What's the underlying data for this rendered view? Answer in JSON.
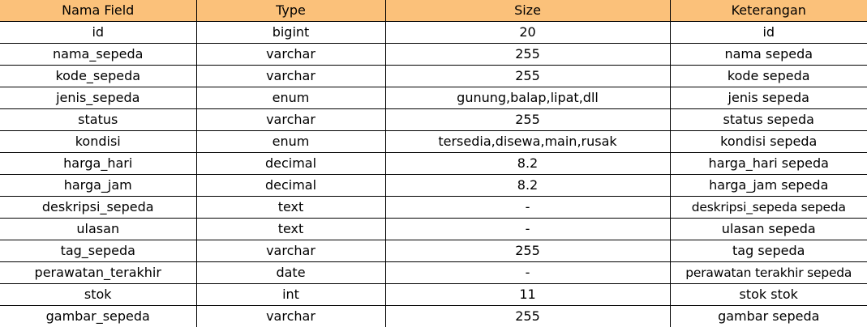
{
  "table": {
    "headers": [
      "Nama Field",
      "Type",
      "Size",
      "Keterangan"
    ],
    "rows": [
      [
        "id",
        "bigint",
        "20",
        "id"
      ],
      [
        "nama_sepeda",
        "varchar",
        "255",
        "nama sepeda"
      ],
      [
        "kode_sepeda",
        "varchar",
        "255",
        "kode sepeda"
      ],
      [
        "jenis_sepeda",
        "enum",
        "gunung,balap,lipat,dll",
        "jenis sepeda"
      ],
      [
        "status",
        "varchar",
        "255",
        "status sepeda"
      ],
      [
        "kondisi",
        "enum",
        "tersedia,disewa,main,rusak",
        "kondisi sepeda"
      ],
      [
        "harga_hari",
        "decimal",
        "8.2",
        "harga_hari sepeda"
      ],
      [
        "harga_jam",
        "decimal",
        "8.2",
        "harga_jam sepeda"
      ],
      [
        "deskripsi_sepeda",
        "text",
        "-",
        "deskripsi_sepeda sepeda"
      ],
      [
        "ulasan",
        "text",
        "-",
        "ulasan sepeda"
      ],
      [
        "tag_sepeda",
        "varchar",
        "255",
        "tag sepeda"
      ],
      [
        "perawatan_terakhir",
        "date",
        "-",
        "perawatan terakhir sepeda"
      ],
      [
        "stok",
        "int",
        "11",
        "stok stok"
      ],
      [
        "gambar_sepeda",
        "varchar",
        "255",
        "gambar sepeda"
      ]
    ],
    "header_color": "#fbc17a"
  }
}
